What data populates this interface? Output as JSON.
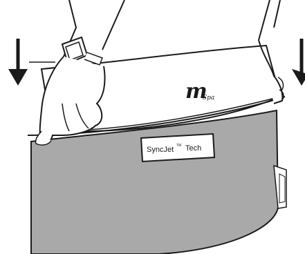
{
  "image": {
    "description_icons": [
      "down-arrow-icon",
      "down-arrow-icon"
    ],
    "colors": {
      "tub_gray": "#a9a9a9",
      "line": "#1a1a1a",
      "paper": "#ffffff"
    }
  },
  "logo": {
    "letter": "m",
    "sub": "Spa"
  },
  "tag": {
    "name": "SyncJet",
    "tm": "TM",
    "suffix": "Tech"
  }
}
